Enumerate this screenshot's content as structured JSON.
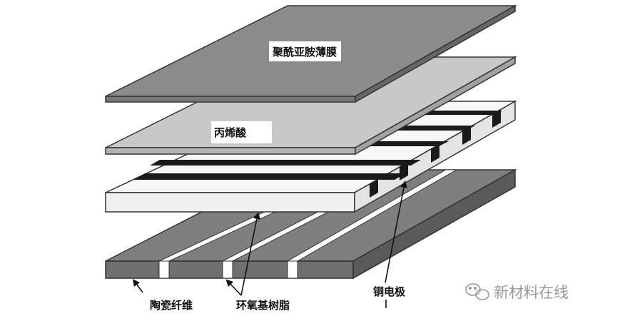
{
  "diagram": {
    "labels": {
      "polyimide_film": "聚酰亚胺薄膜",
      "acrylic": "丙烯酸",
      "ceramic_fiber": "陶瓷纤维",
      "epoxy_resin": "环氧基树脂",
      "copper_electrode": "铜电极"
    },
    "watermark": "新材料在线",
    "colors": {
      "polyimide_layer": "#8c8c8c",
      "acrylic_layer": "#c8c8c8",
      "electrode_layer": "#f7f7f7",
      "copper_stripe": "#1a1a1a",
      "base_layer": "#7f7f7f",
      "outline": "#333333",
      "label_text": "#111111",
      "watermark_text": "#9a9a9a"
    }
  }
}
